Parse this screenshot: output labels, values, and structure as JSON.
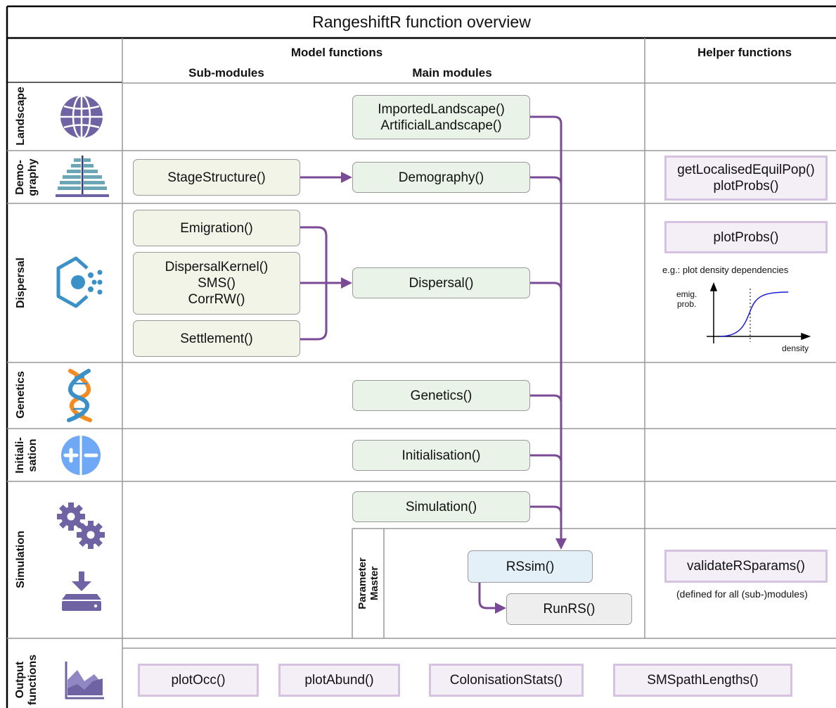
{
  "title": "RangeshiftR function overview",
  "headers": {
    "model_functions": "Model functions",
    "sub_modules": "Sub-modules",
    "main_modules": "Main modules",
    "helper_functions": "Helper functions"
  },
  "rows": {
    "landscape": "Landscape",
    "demography_line1": "Demo-",
    "demography_line2": "graphy",
    "dispersal": "Dispersal",
    "genetics": "Genetics",
    "initialisation_line1": "Initiali-",
    "initialisation_line2": "sation",
    "simulation": "Simulation",
    "output_line1": "Output",
    "output_line2": "functions"
  },
  "sub_modules": {
    "stage_structure": "StageStructure()",
    "emigration": "Emigration()",
    "kernel_line1": "DispersalKernel()",
    "kernel_line2": "SMS()",
    "kernel_line3": "CorrRW()",
    "settlement": "Settlement()"
  },
  "main_modules": {
    "landscape_line1": "ImportedLandscape()",
    "landscape_line2": "ArtificialLandscape()",
    "demography": "Demography()",
    "dispersal": "Dispersal()",
    "genetics": "Genetics()",
    "initialisation": "Initialisation()",
    "simulation": "Simulation()"
  },
  "parameter_master": {
    "label_line1": "Parameter",
    "label_line2": "Master",
    "rssim": "RSsim()",
    "runrs": "RunRS()"
  },
  "helpers": {
    "equil_line1": "getLocalisedEquilPop()",
    "equil_line2": "plotProbs()",
    "plotprobs": "plotProbs()",
    "example_caption": "e.g.: plot density dependencies",
    "y_axis_line1": "emig.",
    "y_axis_line2": "prob.",
    "x_axis": "density",
    "validate": "validateRSparams()",
    "validate_note": "(defined for all (sub-)modules)"
  },
  "outputs": [
    "plotOcc()",
    "plotAbund()",
    "ColonisationStats()",
    "SMSpathLengths()"
  ],
  "icons": [
    "globe-icon",
    "population-pyramid-icon",
    "dispersal-hexagon-icon",
    "dna-icon",
    "plus-minus-icon",
    "gears-icon",
    "download-tray-icon",
    "area-chart-icon"
  ],
  "colors": {
    "arrow": "#7b4a97",
    "icon_purple": "#6f63a3",
    "icon_teal": "#6aa6b5",
    "icon_blue": "#3b90c7",
    "icon_light_blue": "#6fa8f5",
    "dna_orange": "#f58a1f",
    "curve": "#1a1adb"
  }
}
